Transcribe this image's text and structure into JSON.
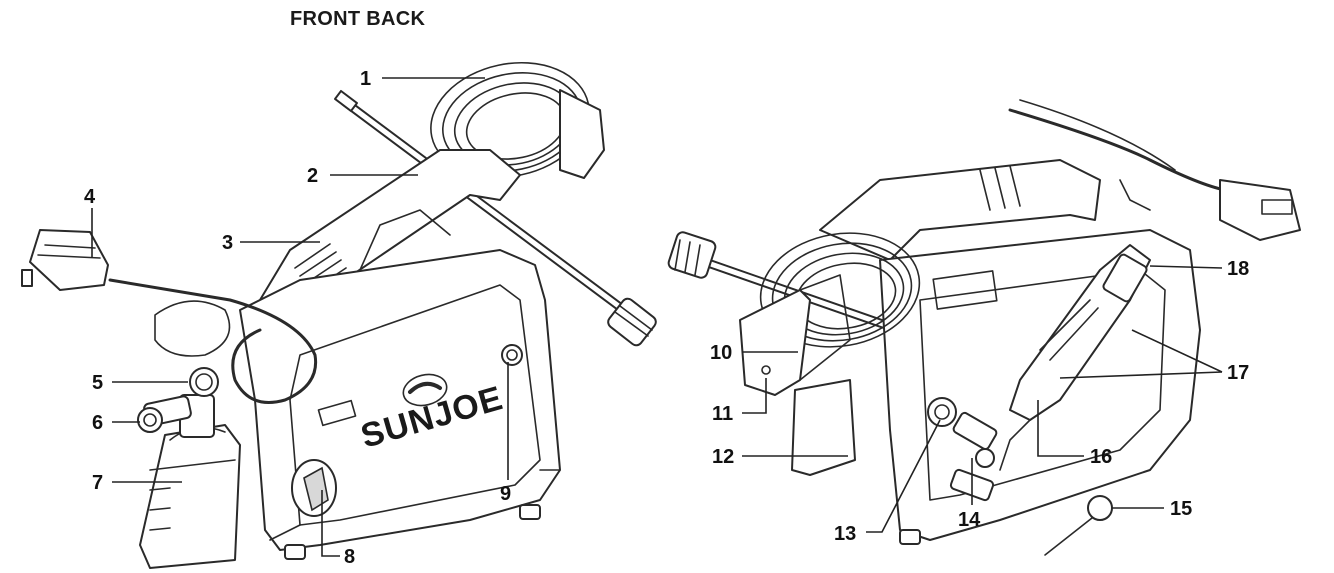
{
  "title": "FRONT BACK",
  "brand_logo": "SUNJOE",
  "callouts": [
    {
      "number": "1"
    },
    {
      "number": "2"
    },
    {
      "number": "3"
    },
    {
      "number": "4"
    },
    {
      "number": "5"
    },
    {
      "number": "6"
    },
    {
      "number": "7"
    },
    {
      "number": "8"
    },
    {
      "number": "9"
    },
    {
      "number": "10"
    },
    {
      "number": "11"
    },
    {
      "number": "12"
    },
    {
      "number": "13"
    },
    {
      "number": "14"
    },
    {
      "number": "15"
    },
    {
      "number": "16"
    },
    {
      "number": "17"
    },
    {
      "number": "18"
    }
  ],
  "colors": {
    "line": "#222222",
    "fill": "#ffffff",
    "shade": "#d8d8d8"
  }
}
